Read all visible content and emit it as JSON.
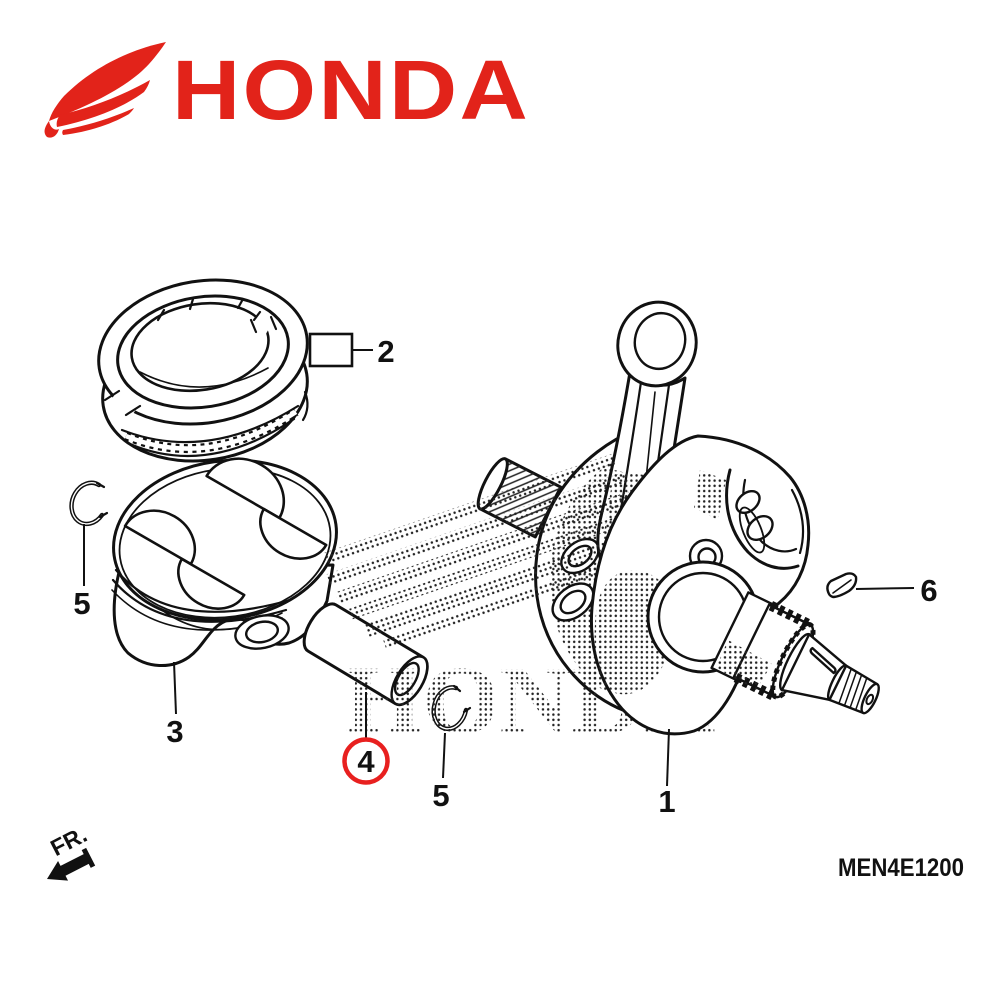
{
  "brand": {
    "wordmark": "HONDA"
  },
  "watermark": {
    "text": "HONDA"
  },
  "parts": [
    {
      "number": "1"
    },
    {
      "number": "2"
    },
    {
      "number": "3"
    },
    {
      "number": "4"
    },
    {
      "number": "5"
    },
    {
      "number": "6"
    }
  ],
  "highlight": {
    "part_number": "4"
  },
  "annotations": {
    "front_label": "FR.",
    "diagram_code": "MEN4E1200"
  },
  "colors": {
    "brand_red": "#e2231a",
    "highlight_red": "#e8201f",
    "line": "#111111",
    "background": "#ffffff"
  }
}
